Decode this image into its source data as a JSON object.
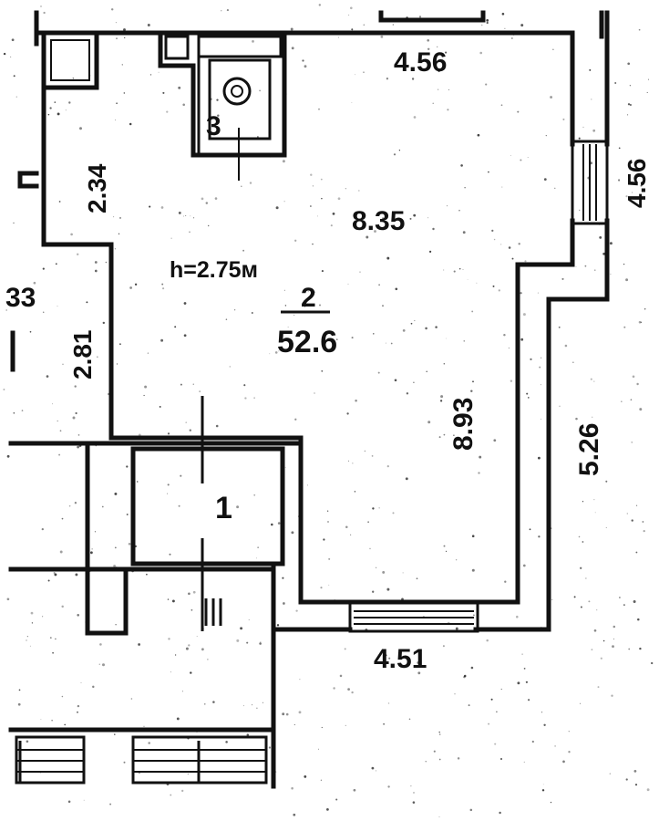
{
  "plan": {
    "dimensions": {
      "top_width": "4.56",
      "right_upper": "4.56",
      "left_upper": "2.34",
      "left_lower": "2.81",
      "room_width": "8.35",
      "room_length": "8.93",
      "right_lower": "5.26",
      "bottom_width": "4.51"
    },
    "ceiling_height": "h=2.75м",
    "main_room": {
      "number": "2",
      "area": "52.6"
    },
    "bathroom_number": "3",
    "stair_number": "1",
    "section_mark": "III",
    "edge_fragment": "33"
  },
  "colors": {
    "ink": "#111111",
    "paper": "#ffffff"
  }
}
